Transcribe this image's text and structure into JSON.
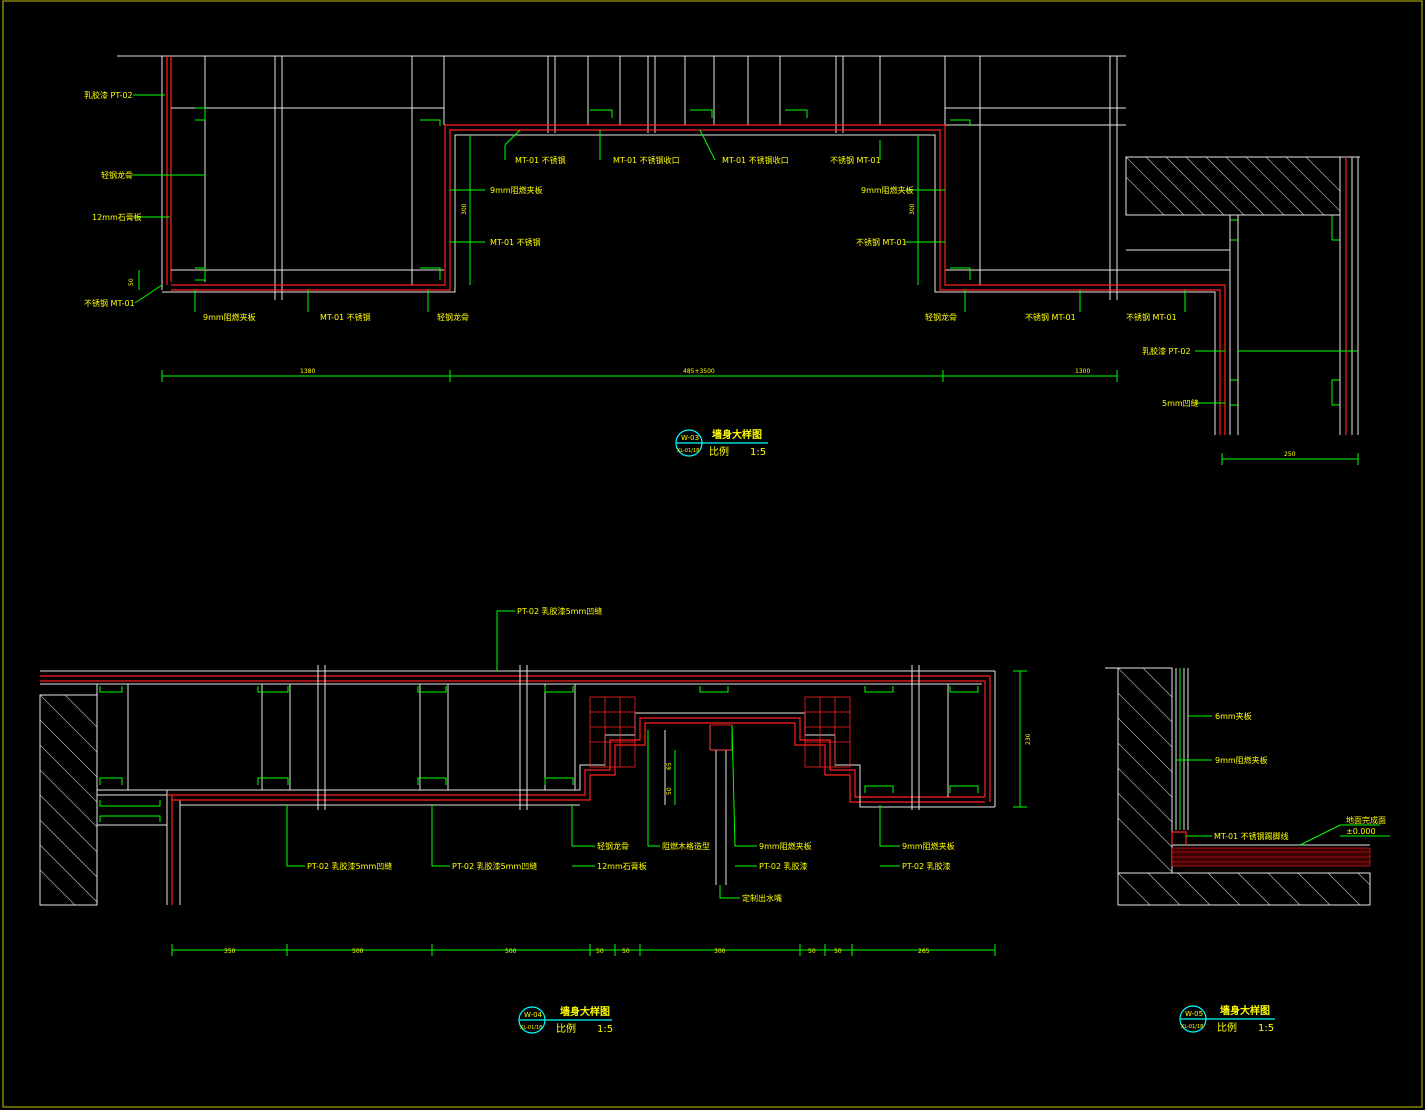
{
  "colors": {
    "background": "#000000",
    "label": "#ffff00",
    "leader": "#00ff00",
    "line": "#e6e6e6",
    "finish": "#ff2020",
    "title_circle": "#00ffff"
  },
  "drawing1": {
    "title": "墙身大样图",
    "scale_label": "比例",
    "scale": "1:5",
    "tag_top": "W-03",
    "tag_bottom": "XL-01/18",
    "labels": [
      "乳胶漆 PT-02",
      "轻钢龙骨",
      "12mm石膏板",
      "不锈钢 MT-01",
      "MT-01 不锈钢",
      "MT-01 不锈钢收口",
      "MT-01 不锈钢收口",
      "不锈钢 MT-01",
      "9mm阻燃夹板",
      "MT-01 不锈钢",
      "9mm阻燃夹板",
      "不锈钢 MT-01",
      "9mm阻燃夹板",
      "MT-01 不锈钢",
      "轻钢龙骨",
      "轻钢龙骨",
      "不锈钢 MT-01",
      "不锈钢 MT-01",
      "乳胶漆 PT-02",
      "5mm凹缝"
    ],
    "dims": [
      "1380",
      "485+3500",
      "1300",
      "300",
      "300",
      "50",
      "250"
    ]
  },
  "drawing2": {
    "title": "墙身大样图",
    "scale_label": "比例",
    "scale": "1:5",
    "tag_top": "W-04",
    "tag_bottom": "XL-01/18",
    "labels": [
      "PT-02 乳胶漆5mm凹缝",
      "PT-02 乳胶漆5mm凹缝",
      "PT-02 乳胶漆5mm凹缝",
      "轻钢龙骨",
      "12mm石膏板",
      "阻燃木格造型",
      "9mm阻燃夹板",
      "PT-02 乳胶漆",
      "定制出水嘴",
      "9mm阻燃夹板",
      "PT-02 乳胶漆"
    ],
    "dims": [
      "350",
      "500",
      "500",
      "50",
      "50",
      "300",
      "50",
      "50",
      "265",
      "230",
      "65",
      "50"
    ]
  },
  "drawing3": {
    "title": "墙身大样图",
    "scale_label": "比例",
    "scale": "1:5",
    "tag_top": "W-05",
    "tag_bottom": "XL-01/18",
    "labels": [
      "6mm夹板",
      "9mm阻燃夹板",
      "MT-01 不锈钢踢脚线",
      "地面完成面",
      "±0.000"
    ]
  }
}
